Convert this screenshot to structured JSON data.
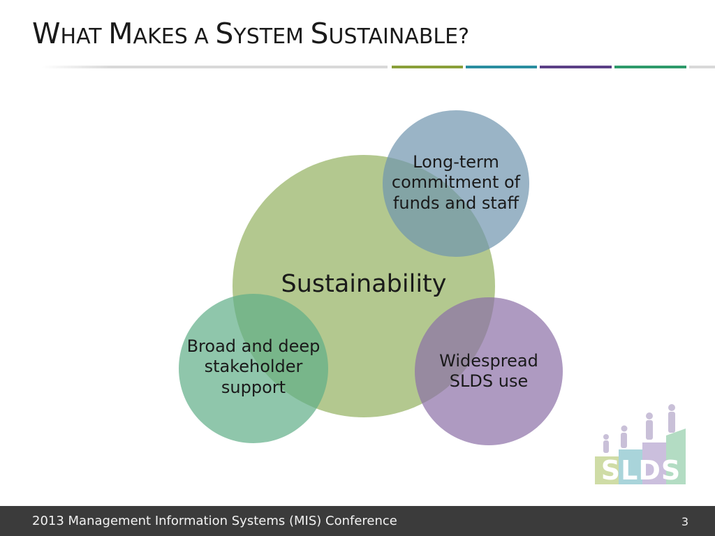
{
  "title": {
    "w_cap": "W",
    "w_rest": "HAT ",
    "m_cap": "M",
    "m_rest": "AKES A ",
    "s1_cap": "S",
    "s1_rest": "YSTEM ",
    "s2_cap": "S",
    "s2_rest": "USTAINABLE?"
  },
  "colors": {
    "accent_green": "#8aa03a",
    "accent_teal": "#2a8ea0",
    "accent_purple": "#5b3f86",
    "accent_emerald": "#2e9a6a",
    "accent_gray": "#d9d9d9",
    "center_circle": "#9ab56a",
    "top_circle": "#6f94ae",
    "right_circle": "#8c6fa6",
    "left_circle": "#5fae88"
  },
  "diagram": {
    "center_label": "Sustainability",
    "top_label": "Long-term commitment of funds and staff",
    "top_lines": [
      "Long-term",
      "commitment of",
      "funds and staff"
    ],
    "right_lines": [
      "Widespread",
      "SLDS use"
    ],
    "left_lines": [
      "Broad and deep",
      "stakeholder",
      "support"
    ]
  },
  "logo": {
    "text": "SLDS"
  },
  "footer": {
    "conference": "2013 Management Information Systems (MIS) Conference",
    "slide_number": "3"
  }
}
